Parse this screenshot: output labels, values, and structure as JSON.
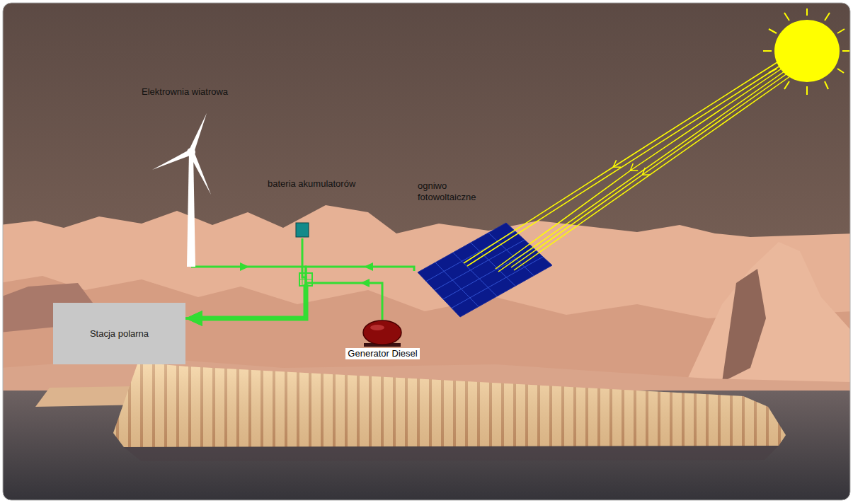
{
  "diagram": {
    "nodes": [
      {
        "text": [
          "Elektrownia wiatrowa"
        ]
      },
      {
        "text": [
          "bateria akumulatorów"
        ]
      },
      {
        "text": [
          "ogniwo fotowoltaiczne"
        ]
      },
      {
        "text": [
          "Stacja polarna"
        ]
      },
      {
        "text": [
          "Generator Diesel"
        ]
      }
    ],
    "edges": [
      {
        "from": 0,
        "to": 3,
        "arrow": "to"
      },
      {
        "from": 2,
        "to": 3,
        "arrow": "to"
      },
      {
        "from": 4,
        "to": 3,
        "arrow": "to"
      },
      {
        "from": 1,
        "to": 3,
        "arrow": "none"
      }
    ]
  }
}
